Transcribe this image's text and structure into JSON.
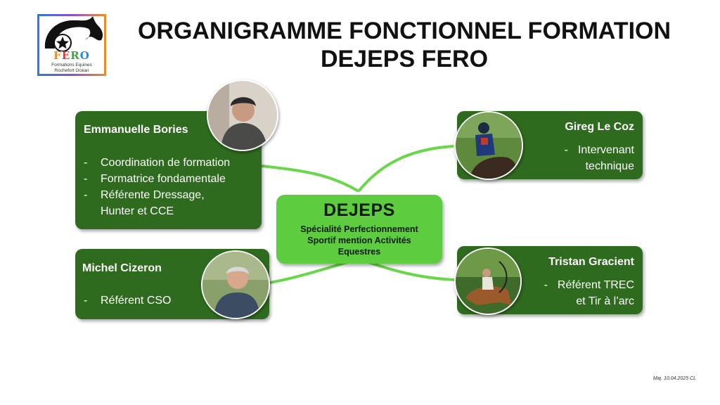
{
  "logo": {
    "brand": "FERO",
    "line1": "Formations Equines",
    "line2": "Rochefort Océan"
  },
  "title": {
    "line1": "ORGANIGRAMME FONCTIONNEL FORMATION",
    "line2": "DEJEPS FERO"
  },
  "center": {
    "title": "DEJEPS",
    "subtitle": "Spécialité Perfectionnement Sportif mention Activités Equestres"
  },
  "people": {
    "bories": {
      "name": "Emmanuelle Bories",
      "roles": [
        "Coordination de formation",
        "Formatrice fondamentale",
        "Référente Dressage, Hunter et CCE"
      ]
    },
    "cizeron": {
      "name": "Michel Cizeron",
      "roles": [
        "Référent CSO"
      ]
    },
    "lecoz": {
      "name": "Gireg Le Coz",
      "role_lines": [
        "Intervenant",
        "technique"
      ]
    },
    "gracient": {
      "name": "Tristan Gracient",
      "role_lines": [
        "Référent TREC",
        "et Tir à l’arc"
      ]
    }
  },
  "footer": "Maj. 10.04.2025 CL",
  "colors": {
    "card": "#2f6b1f",
    "center": "#5dcc3f",
    "connector": "#6ad64a"
  }
}
